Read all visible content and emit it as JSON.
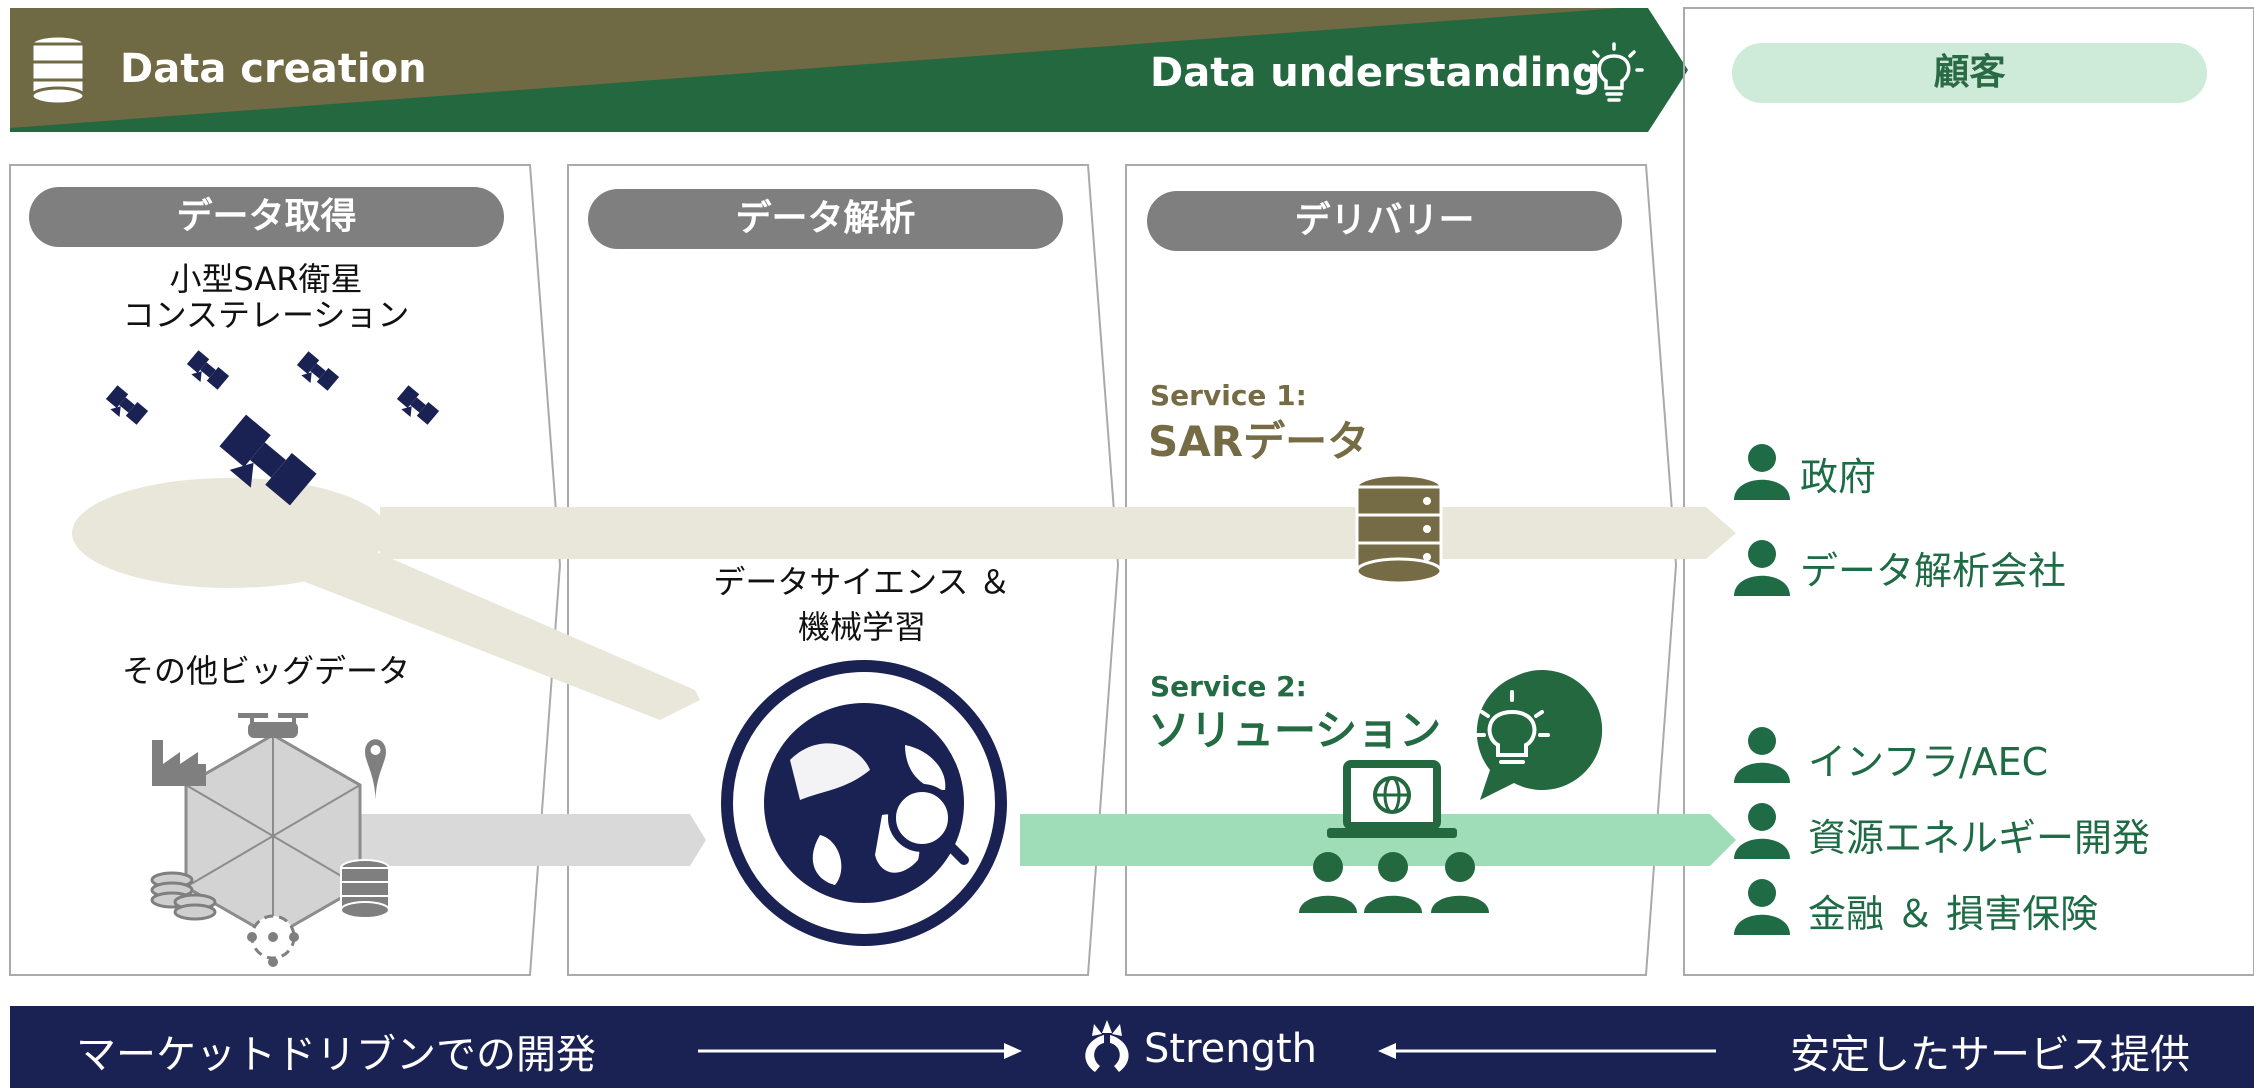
{
  "header": {
    "left_label": "Data creation",
    "right_label": "Data understanding",
    "left_icon": "database-icon",
    "right_icon": "lightbulb-icon",
    "colors": {
      "olive": "#6f6944",
      "green": "#23683f"
    }
  },
  "columns": [
    {
      "label": "データ取得"
    },
    {
      "label": "データ解析"
    },
    {
      "label": "デリバリー"
    }
  ],
  "customer": {
    "label": "顧客"
  },
  "acquisition": {
    "constellation_line1": "小型SAR衛星",
    "constellation_line2": "コンステレーション",
    "bigdata": "その他ビッグデータ"
  },
  "analysis": {
    "line1": "データサイエンス ＆",
    "line2": "機械学習"
  },
  "services": [
    {
      "small": "Service 1:",
      "big": "SARデータ",
      "color": "#756b45"
    },
    {
      "small": "Service 2:",
      "big": "ソリューション",
      "color": "#236b43"
    }
  ],
  "customers": [
    {
      "label": "政府"
    },
    {
      "label": "データ解析会社"
    },
    {
      "label": "インフラ/AEC"
    },
    {
      "label": "資源エネルギー開発"
    },
    {
      "label": "金融 ＆ 損害保険"
    }
  ],
  "footer": {
    "left": "マーケットドリブンでの開発",
    "center": "Strength",
    "right": "安定したサービス提供",
    "color": "#1a2153"
  },
  "icons": [
    "satellite-icon",
    "drone-icon",
    "factory-icon",
    "map-pin-icon",
    "coins-icon",
    "database-icon",
    "globe-icon",
    "magnifier-icon",
    "laptop-icon",
    "people-icon",
    "speech-bubble-icon",
    "person-icon",
    "laurel-icon"
  ]
}
